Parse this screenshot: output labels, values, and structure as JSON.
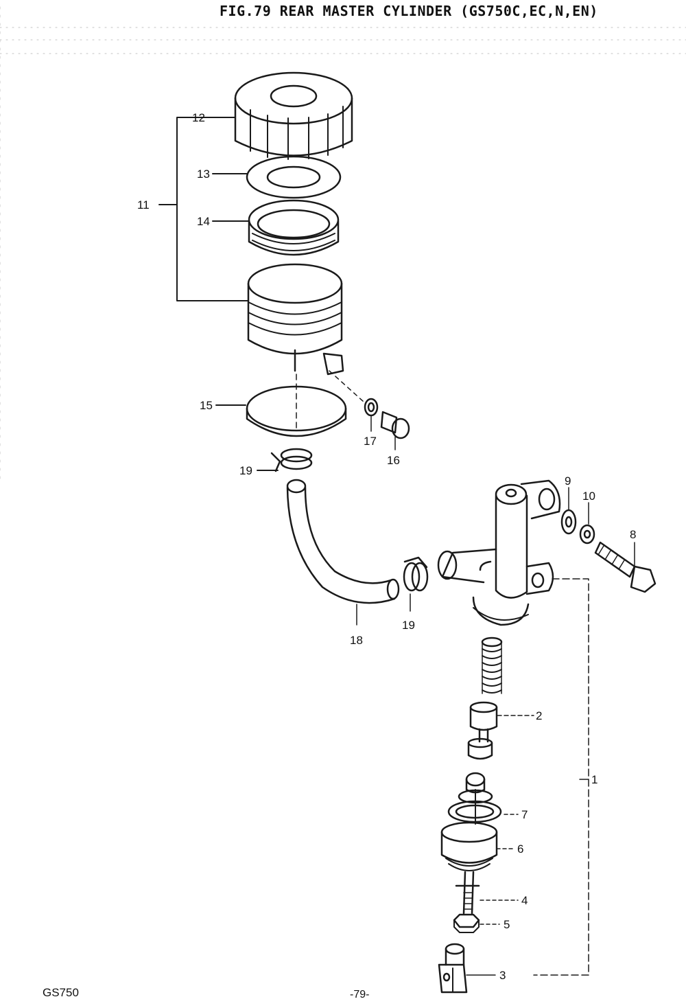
{
  "title": "FIG.79  REAR MASTER CYLINDER (GS750C,EC,N,EN)",
  "footer": {
    "model": "GS750",
    "page": "-79-"
  },
  "callouts": {
    "c1": "1",
    "c2": "2",
    "c3": "3",
    "c4": "4",
    "c5": "5",
    "c6": "6",
    "c7": "7",
    "c8": "8",
    "c9": "9",
    "c10": "10",
    "c11": "11",
    "c12": "12",
    "c13": "13",
    "c14": "14",
    "c15": "15",
    "c16": "16",
    "c17": "17",
    "c18": "18",
    "c19a": "19",
    "c19b": "19"
  },
  "ink_color": "#1a1a1a"
}
